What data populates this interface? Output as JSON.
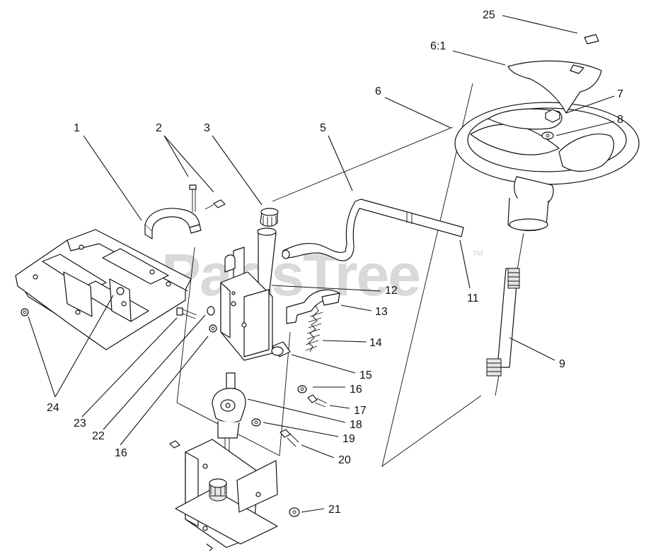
{
  "watermark": {
    "text": "PartsTree",
    "tm": "TM"
  },
  "callouts": [
    {
      "id": "1",
      "label": "1"
    },
    {
      "id": "2",
      "label": "2"
    },
    {
      "id": "3",
      "label": "3"
    },
    {
      "id": "5",
      "label": "5"
    },
    {
      "id": "6",
      "label": "6"
    },
    {
      "id": "6-1",
      "label": "6:1"
    },
    {
      "id": "7",
      "label": "7"
    },
    {
      "id": "8",
      "label": "8"
    },
    {
      "id": "9",
      "label": "9"
    },
    {
      "id": "11",
      "label": "11"
    },
    {
      "id": "12",
      "label": "12"
    },
    {
      "id": "13",
      "label": "13"
    },
    {
      "id": "14",
      "label": "14"
    },
    {
      "id": "15",
      "label": "15"
    },
    {
      "id": "16a",
      "label": "16"
    },
    {
      "id": "16b",
      "label": "16"
    },
    {
      "id": "17",
      "label": "17"
    },
    {
      "id": "18",
      "label": "18"
    },
    {
      "id": "19",
      "label": "19"
    },
    {
      "id": "20",
      "label": "20"
    },
    {
      "id": "21",
      "label": "21"
    },
    {
      "id": "22",
      "label": "22"
    },
    {
      "id": "23",
      "label": "23"
    },
    {
      "id": "24",
      "label": "24"
    },
    {
      "id": "25",
      "label": "25"
    }
  ]
}
